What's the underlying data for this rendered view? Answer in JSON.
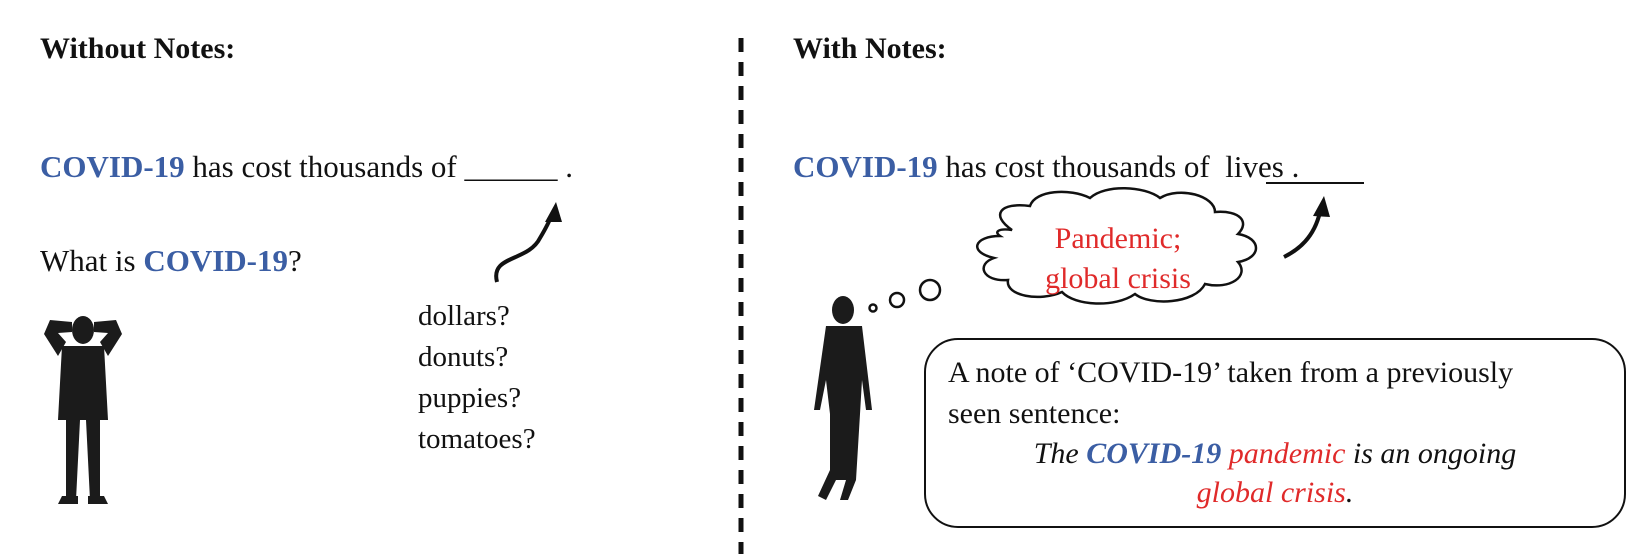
{
  "left_panel": {
    "heading": "Without Notes:",
    "sentence": {
      "keyword": "COVID-19",
      "text": " has cost thousands of ",
      "blank": "______",
      "end": " ."
    },
    "question": {
      "prefix": "What is ",
      "keyword": "COVID-19",
      "suffix": "?"
    },
    "guesses": [
      "dollars?",
      "donuts?",
      "puppies?",
      "tomatoes?"
    ],
    "figure_icon": "confused-person-silhouette-icon"
  },
  "right_panel": {
    "heading": "With Notes:",
    "sentence": {
      "keyword": "COVID-19",
      "text": " has cost thousands of ",
      "answer": " lives ."
    },
    "thought": {
      "line1": "Pandemic;",
      "line2": "global crisis"
    },
    "note": {
      "line1": "A note of ‘COVID-19’ taken from a previously",
      "line2": "seen sentence:",
      "quote_parts": [
        {
          "text": "The ",
          "style": "plain"
        },
        {
          "text": "COVID-19",
          "style": "keyword"
        },
        {
          "text": " pandemic",
          "style": "red"
        },
        {
          "text": " is an ongoing",
          "style": "plain"
        }
      ],
      "quote_parts_line2": [
        {
          "text": "global crisis",
          "style": "red"
        },
        {
          "text": ".",
          "style": "plain"
        }
      ]
    },
    "figure_icon": "thinking-person-silhouette-icon"
  },
  "colors": {
    "keyword": "#3b5ea4",
    "highlight": "#e02a2a",
    "text": "#111111"
  }
}
